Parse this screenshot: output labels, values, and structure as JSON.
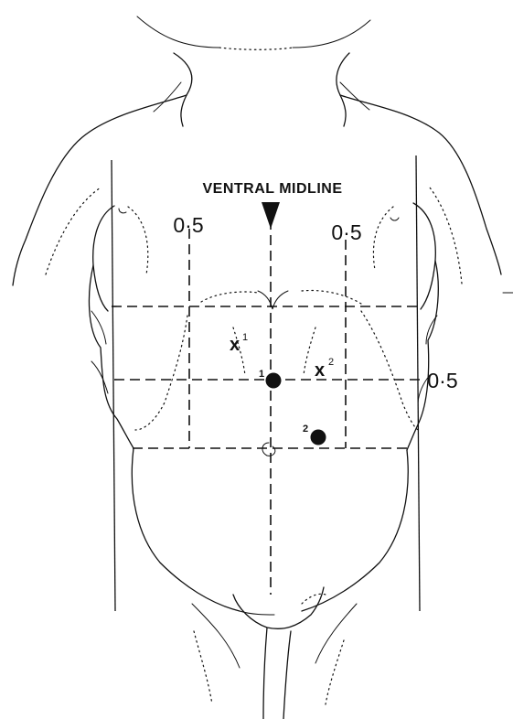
{
  "diagram": {
    "midline_label": "VENTRAL MIDLINE",
    "left_distance_label": "0·5",
    "right_distance_label": "0·5",
    "side_distance_label": "0·5",
    "reference_marks": [
      {
        "letter": "x",
        "index": "1"
      },
      {
        "letter": "x",
        "index": "2"
      }
    ],
    "site_markers": [
      {
        "index": "1"
      },
      {
        "index": "2"
      }
    ]
  }
}
